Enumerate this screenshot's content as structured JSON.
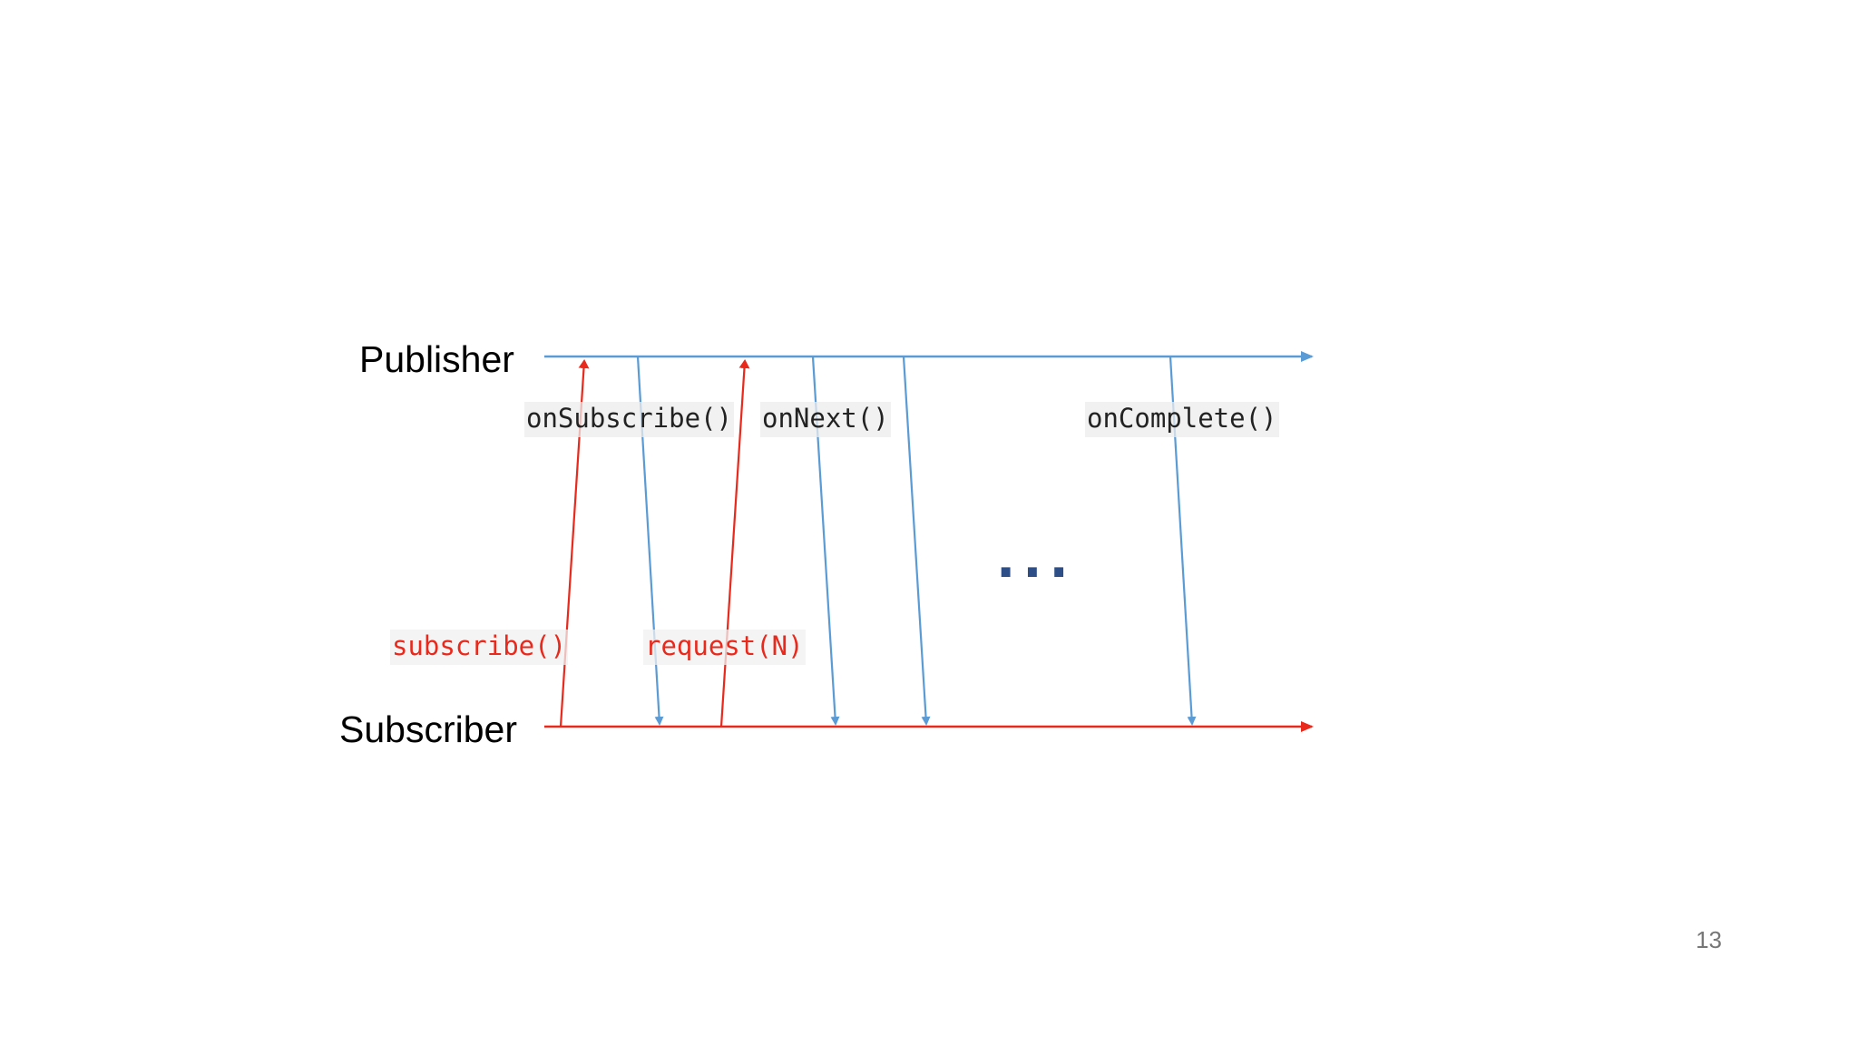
{
  "diagram": {
    "publisher_label": "Publisher",
    "subscriber_label": "Subscriber",
    "signals_down": {
      "on_subscribe": "onSubscribe()",
      "on_next": "onNext()",
      "on_complete": "onComplete()"
    },
    "signals_up": {
      "subscribe": "subscribe()",
      "request": "request(N)"
    },
    "continuation": "..."
  },
  "colors": {
    "publisher_line": "#5b9bd5",
    "subscriber_line": "#e8291c",
    "ellipsis": "#2e4e88"
  },
  "slide": {
    "page_number": "13"
  }
}
